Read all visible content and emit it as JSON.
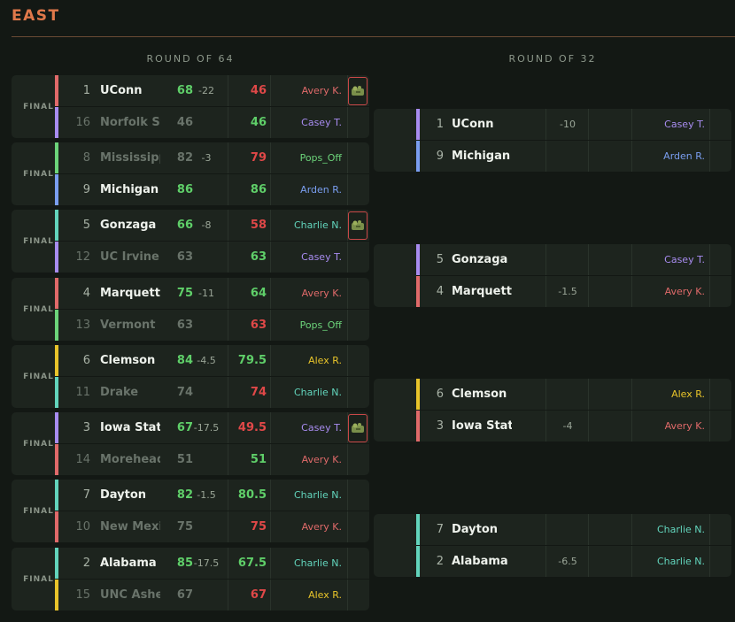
{
  "region": "EAST",
  "rounds": [
    "ROUND OF 64",
    "ROUND OF 32"
  ],
  "colors": {
    "Avery K.": "#e06a6a",
    "Casey T.": "#a88cf0",
    "Pops_Off": "#6cd47a",
    "Arden R.": "#7a9ef0",
    "Charlie N.": "#62d4bc",
    "Alex R.": "#e8c42a",
    "score_over": "#5fcf69",
    "score_under": "#e04848"
  },
  "r64": [
    {
      "status": "FINAL",
      "trophy": true,
      "spread": "-22",
      "top": {
        "seed": "1",
        "name": "UConn",
        "score": "68",
        "pick_score": "46",
        "pick_over": false,
        "picker": "Avery K.",
        "winner": true
      },
      "bot": {
        "seed": "16",
        "name": "Norfolk St",
        "score": "46",
        "pick_score": "46",
        "pick_over": true,
        "picker": "Casey T.",
        "winner": false
      }
    },
    {
      "status": "FINAL",
      "trophy": false,
      "spread": "-3",
      "top": {
        "seed": "8",
        "name": "Mississippi",
        "score": "82",
        "pick_score": "79",
        "pick_over": false,
        "picker": "Pops_Off",
        "winner": false
      },
      "bot": {
        "seed": "9",
        "name": "Michigan St",
        "score": "86",
        "pick_score": "86",
        "pick_over": true,
        "picker": "Arden R.",
        "winner": true
      }
    },
    {
      "status": "FINAL",
      "trophy": true,
      "spread": "-8",
      "top": {
        "seed": "5",
        "name": "Gonzaga",
        "score": "66",
        "pick_score": "58",
        "pick_over": false,
        "picker": "Charlie N.",
        "winner": true
      },
      "bot": {
        "seed": "12",
        "name": "UC Irvine",
        "score": "63",
        "pick_score": "63",
        "pick_over": true,
        "picker": "Casey T.",
        "winner": false
      }
    },
    {
      "status": "FINAL",
      "trophy": false,
      "spread": "-11",
      "top": {
        "seed": "4",
        "name": "Marquette",
        "score": "75",
        "pick_score": "64",
        "pick_over": true,
        "picker": "Avery K.",
        "winner": true
      },
      "bot": {
        "seed": "13",
        "name": "Vermont",
        "score": "63",
        "pick_score": "63",
        "pick_over": false,
        "picker": "Pops_Off",
        "winner": false
      }
    },
    {
      "status": "FINAL",
      "trophy": false,
      "spread": "-4.5",
      "top": {
        "seed": "6",
        "name": "Clemson",
        "score": "84",
        "pick_score": "79.5",
        "pick_over": true,
        "picker": "Alex R.",
        "winner": true
      },
      "bot": {
        "seed": "11",
        "name": "Drake",
        "score": "74",
        "pick_score": "74",
        "pick_over": false,
        "picker": "Charlie N.",
        "winner": false
      }
    },
    {
      "status": "FINAL",
      "trophy": true,
      "spread": "-17.5",
      "top": {
        "seed": "3",
        "name": "Iowa State",
        "score": "67",
        "pick_score": "49.5",
        "pick_over": false,
        "picker": "Casey T.",
        "winner": true
      },
      "bot": {
        "seed": "14",
        "name": "Morehead St",
        "score": "51",
        "pick_score": "51",
        "pick_over": true,
        "picker": "Avery K.",
        "winner": false
      }
    },
    {
      "status": "FINAL",
      "trophy": false,
      "spread": "-1.5",
      "top": {
        "seed": "7",
        "name": "Dayton",
        "score": "82",
        "pick_score": "80.5",
        "pick_over": true,
        "picker": "Charlie N.",
        "winner": true
      },
      "bot": {
        "seed": "10",
        "name": "New Mexico",
        "score": "75",
        "pick_score": "75",
        "pick_over": false,
        "picker": "Avery K.",
        "winner": false
      }
    },
    {
      "status": "FINAL",
      "trophy": false,
      "spread": "-17.5",
      "top": {
        "seed": "2",
        "name": "Alabama",
        "score": "85",
        "pick_score": "67.5",
        "pick_over": true,
        "picker": "Charlie N.",
        "winner": true
      },
      "bot": {
        "seed": "15",
        "name": "UNC Asheville",
        "score": "67",
        "pick_score": "67",
        "pick_over": false,
        "picker": "Alex R.",
        "winner": false
      }
    }
  ],
  "r32": [
    {
      "spread": "-10",
      "top": {
        "seed": "1",
        "name": "UConn",
        "picker": "Casey T."
      },
      "bot": {
        "seed": "9",
        "name": "Michigan St",
        "picker": "Arden R."
      }
    },
    {
      "spread": "-1.5",
      "top": {
        "seed": "5",
        "name": "Gonzaga",
        "picker": "Casey T."
      },
      "bot": {
        "seed": "4",
        "name": "Marquette",
        "picker": "Avery K."
      }
    },
    {
      "spread": "-4",
      "top": {
        "seed": "6",
        "name": "Clemson",
        "picker": "Alex R."
      },
      "bot": {
        "seed": "3",
        "name": "Iowa State",
        "picker": "Avery K."
      }
    },
    {
      "spread": "-6.5",
      "top": {
        "seed": "7",
        "name": "Dayton",
        "picker": "Charlie N."
      },
      "bot": {
        "seed": "2",
        "name": "Alabama",
        "picker": "Charlie N."
      }
    }
  ]
}
